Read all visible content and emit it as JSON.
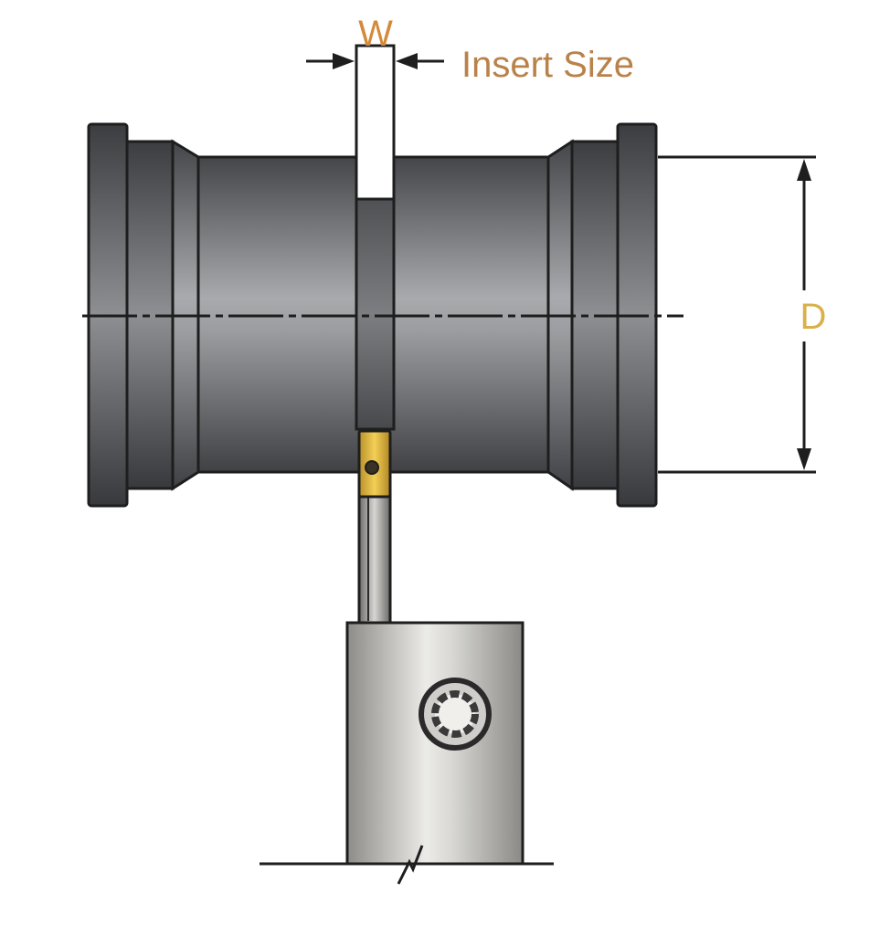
{
  "labels": {
    "width": "W",
    "insert_size": "Insert Size",
    "diameter": "D"
  },
  "colors": {
    "label_width": "#d48a3a",
    "label_insert_size": "#b9824a",
    "label_diameter": "#d9b04a",
    "part_dark": "#4a4b4e",
    "part_light": "#a9aaad",
    "insert": "#e0b93a",
    "holder_light": "#e6e4e0",
    "outline": "#1e1e1e"
  }
}
